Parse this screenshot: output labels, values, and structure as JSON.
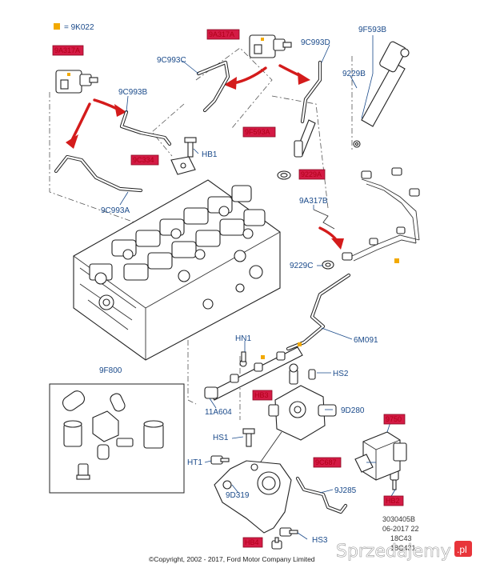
{
  "legend": {
    "marker_color": "#f2a900",
    "text": "= 9K022"
  },
  "labels": {
    "c9C993D": "9C993D",
    "c9F593B": "9F593B",
    "c9C993C": "9C993C",
    "c9229B": "9229B",
    "c9C993B": "9C993B",
    "cHB1": "HB1",
    "c9C993A": "9C993A",
    "c9A317B": "9A317B",
    "c9229C": "9229C",
    "cHN1": "HN1",
    "c6M091": "6M091",
    "c9F800": "9F800",
    "cHS2": "HS2",
    "c11A604": "11A604",
    "c9D280": "9D280",
    "cHS1": "HS1",
    "cHT1": "HT1",
    "c9J285": "9J285",
    "c9D319": "9D319",
    "cHS3": "HS3"
  },
  "highlighted": {
    "h1": "9A317A",
    "h2": "9A317A",
    "h3": "9F593A",
    "h4": "9C334",
    "h5": "9229A",
    "h6": "HB3",
    "h7": "9750",
    "h8": "9C687",
    "h9": "HB2",
    "h10": "HB4"
  },
  "copyright": "©Copyright, 2002 - 2017, Ford Motor Company Limited",
  "reference": {
    "line1": "3030405B",
    "line2": "06-2017 22",
    "line3": "18C43",
    "line4": "18C431"
  },
  "watermark": {
    "text": "Sprzedajemy",
    "suffix": ".pl"
  },
  "colors": {
    "label": "#1a4a8a",
    "highlight": "#d41b45",
    "arrow": "#d41b1b",
    "marker": "#f2a900"
  }
}
